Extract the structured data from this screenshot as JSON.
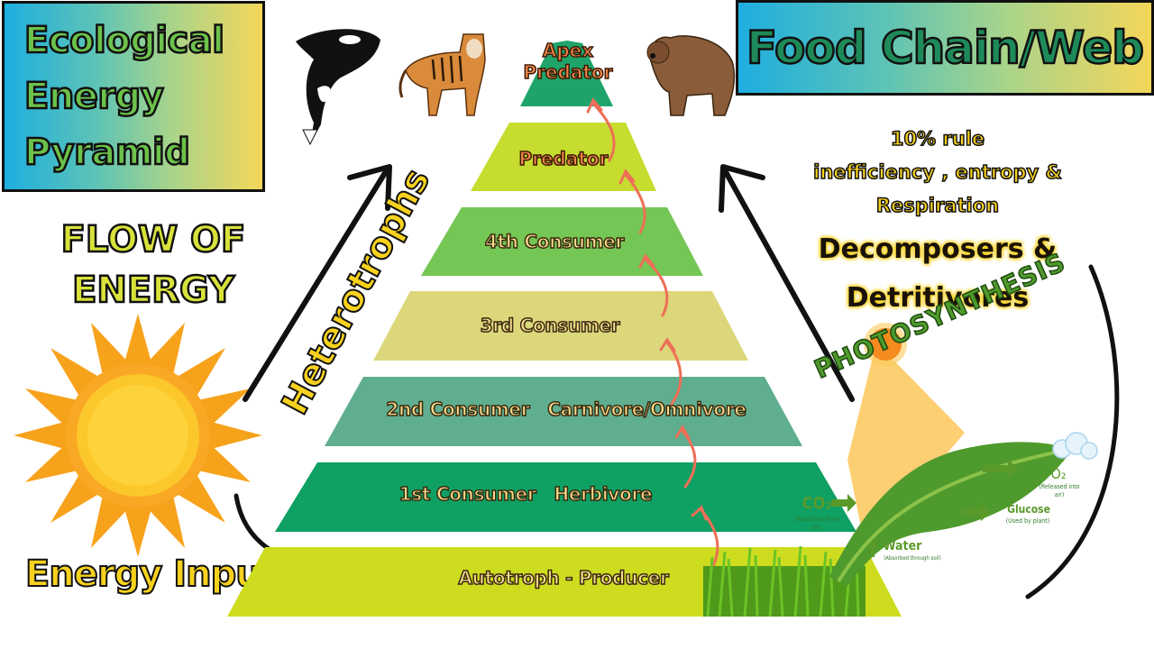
{
  "titles": {
    "main_lines": [
      "Ecological",
      "Energy",
      "Pyramid"
    ],
    "secondary": "Food Chain/Web"
  },
  "side_labels": {
    "flow_of_energy": [
      "FLOW OF",
      "ENERGY"
    ],
    "energy_input": "Energy Input",
    "heterotrophs": "Heterotrophs"
  },
  "right_notes": {
    "rule_lines": [
      "10% rule",
      "inefficiency , entropy &",
      "Respiration"
    ],
    "decomposers_lines": [
      "Decomposers &",
      "Detritivores"
    ]
  },
  "pyramid": {
    "tiers": [
      {
        "label": "Apex\nPredator",
        "color": "#1ea46a",
        "style": "orange"
      },
      {
        "label": "Predator",
        "color": "#c6dc2e",
        "style": "orange"
      },
      {
        "label": "4th Consumer",
        "color": "#74c655",
        "style": "tier"
      },
      {
        "label": "3rd Consumer",
        "color": "#dcd77a",
        "style": "tier"
      },
      {
        "label": "2nd Consumer   Carnivore/Omnivore",
        "color": "#5fae8f",
        "style": "tier"
      },
      {
        "label": "1st Consumer   Herbivore",
        "color": "#0fa063",
        "style": "tier"
      },
      {
        "label": "Autotroph - Producer",
        "color": "#cddc1e",
        "style": "tier"
      }
    ],
    "arrow_color": "#ee6f57"
  },
  "photosynthesis": {
    "title": "PHOTOSYNTHESIS",
    "co2": "CO₂",
    "co2_note": "(Absorbed from air)",
    "o2": "O₂",
    "o2_note": "(Released into air)",
    "glucose": "Glucose",
    "glucose_note": "(Used by plant)",
    "water": "Water",
    "water_note": "(Absorbed through soil)"
  },
  "images": {
    "orca": "orca-illustration",
    "tiger": "tiger-illustration",
    "bear": "bear-illustration",
    "sun": "sun-illustration",
    "grass": "grass-illustration",
    "leaf": "leaf-illustration"
  }
}
